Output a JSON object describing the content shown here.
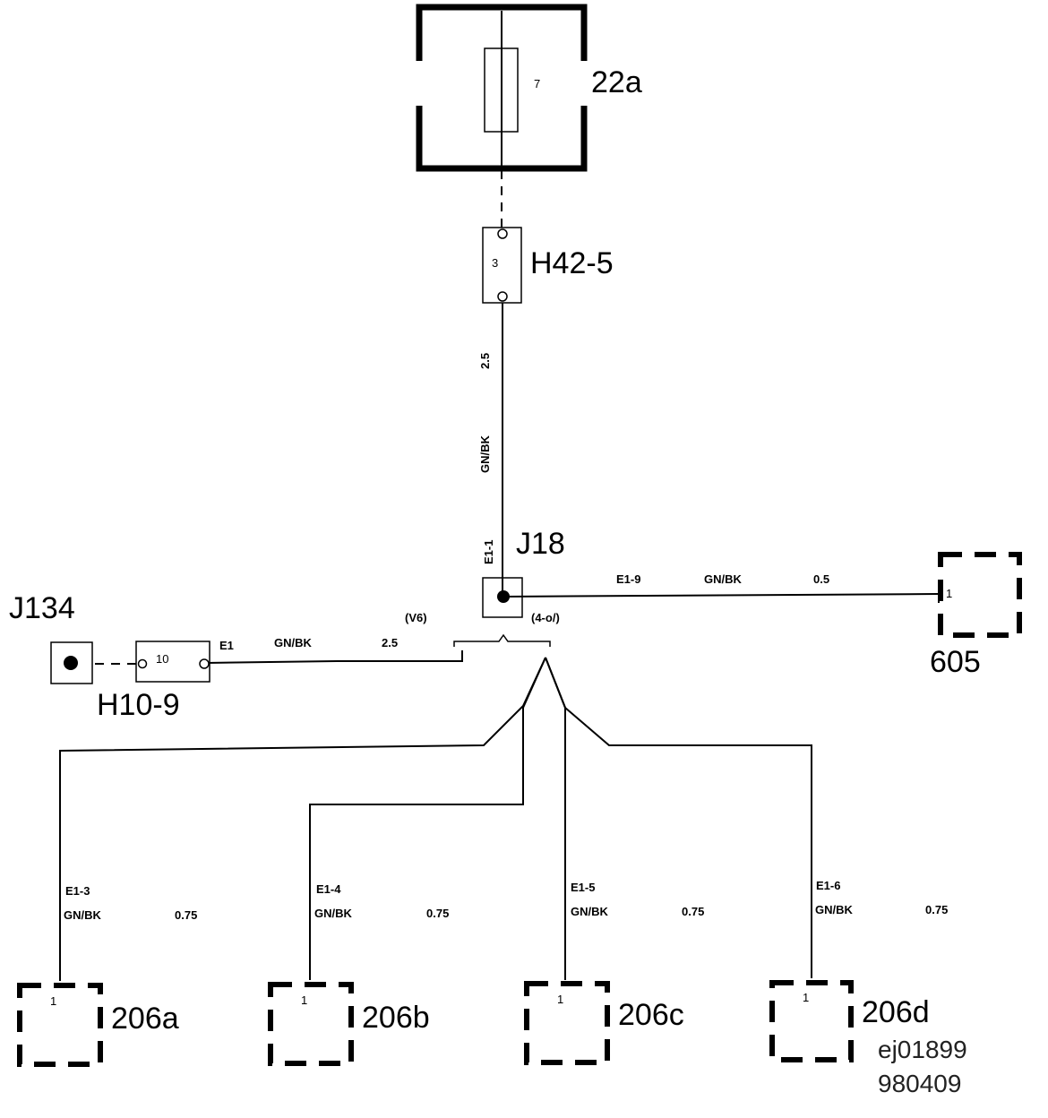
{
  "components": {
    "fuse_box": {
      "label": "22a",
      "fuse_number": "7"
    },
    "connector_h42": {
      "label": "H42-5",
      "pin": "3"
    },
    "splice_j18": {
      "label": "J18",
      "pin": "E1-1"
    },
    "splice_j134": {
      "label": "J134"
    },
    "connector_h10": {
      "label": "H10-9",
      "pin": "10",
      "pin_ref": "E1"
    },
    "component_605": {
      "label": "605",
      "pin": "1"
    },
    "component_206a": {
      "label": "206a",
      "pin": "1"
    },
    "component_206b": {
      "label": "206b",
      "pin": "1"
    },
    "component_206c": {
      "label": "206c",
      "pin": "1"
    },
    "component_206d": {
      "label": "206d",
      "pin": "1"
    }
  },
  "wires": {
    "main": {
      "size": "2.5",
      "color": "GN/BK"
    },
    "to_605": {
      "pin": "E1-9",
      "color": "GN/BK",
      "size": "0.5",
      "note": "(4-o/)"
    },
    "to_h10": {
      "color": "GN/BK",
      "size": "2.5",
      "note": "(V6)"
    },
    "to_206a": {
      "pin": "E1-3",
      "color": "GN/BK",
      "size": "0.75"
    },
    "to_206b": {
      "pin": "E1-4",
      "color": "GN/BK",
      "size": "0.75"
    },
    "to_206c": {
      "pin": "E1-5",
      "color": "GN/BK",
      "size": "0.75"
    },
    "to_206d": {
      "pin": "E1-6",
      "color": "GN/BK",
      "size": "0.75"
    }
  },
  "reference": {
    "code": "ej01899",
    "date": "980409"
  }
}
